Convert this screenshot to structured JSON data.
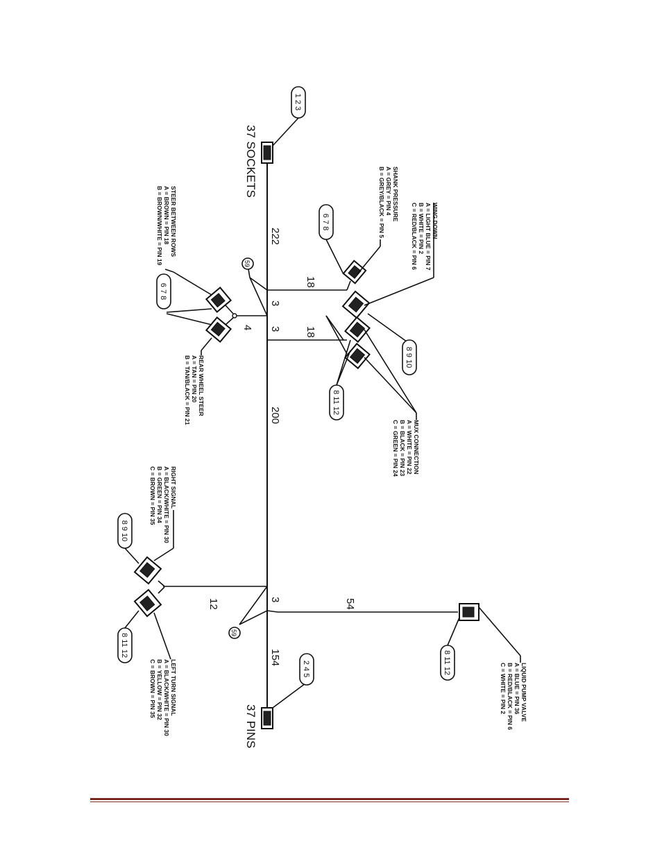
{
  "connectors": {
    "sockets_label": "37 SOCKETS",
    "pins_label": "37 PINS",
    "sockets_bubble": "1 2 3",
    "pins_bubble": "2 4 5"
  },
  "segments": {
    "s222": "222",
    "s18a": "18",
    "s18b": "18",
    "s3a": "3",
    "s3b": "3",
    "s4": "4",
    "s200": "200",
    "s3c": "3",
    "s12": "12",
    "s54": "54",
    "s154": "154"
  },
  "ground_tags": {
    "top": "59",
    "bottom": "59"
  },
  "bubbles": {
    "shank": "6 7 8",
    "wing": "8 9 10",
    "mux": "8 11 12",
    "steer": "6 7 8",
    "right_signal": "8 9 10",
    "left_signal": "8 11 12",
    "pump": "8 11 12"
  },
  "callouts": {
    "wing_down": [
      "WING DOWN",
      "A = LIGHT BLUE = PIN 7",
      "B = WHITE = PIN 2",
      "C = RED/BLACK = PIN 6"
    ],
    "shank_pressure": [
      "SHANK PRESSURE",
      "A = GREY = PIN 4",
      "B = GREY/BLACK = PIN 5"
    ],
    "steer_between_rows": [
      "STEER BETWEEN ROWS",
      "A = BROWN = PIN 18",
      "B = BROWN/WHITE = PIN 19"
    ],
    "rear_wheel_steer": [
      "REAR WHEEL STEER",
      "A = TAN = PIN 20",
      "B = TAN/BLACK = PIN 21"
    ],
    "mux_connection": [
      "MUX CONNECTION",
      "A = WHITE = PIN 22",
      "B = BLACK = PIN 23",
      "C = GREEN = PIN 24"
    ],
    "right_signal": [
      "RIGHT SIGNAL",
      "A = BLACK/WHITE = PIN 30",
      "B = GREEN = PIN 34",
      "C = BROWN = PIN 35"
    ],
    "left_turn_signal": [
      "LEFT TURN SIGNAL",
      "A = BLACK/WHITE = PIN 30",
      "B = YELLOW = PIN 32",
      "C = BROWN = PIN 35"
    ],
    "liquid_pump_valve": [
      "LIQUID PUMP VALVE",
      "A = BLUE = PIN 36",
      "B = RED/BLACK = PIN 6",
      "C = WHITE = PIN 2"
    ]
  },
  "colors": {
    "line": "#111111",
    "footer_rule": "#7a2a22"
  }
}
